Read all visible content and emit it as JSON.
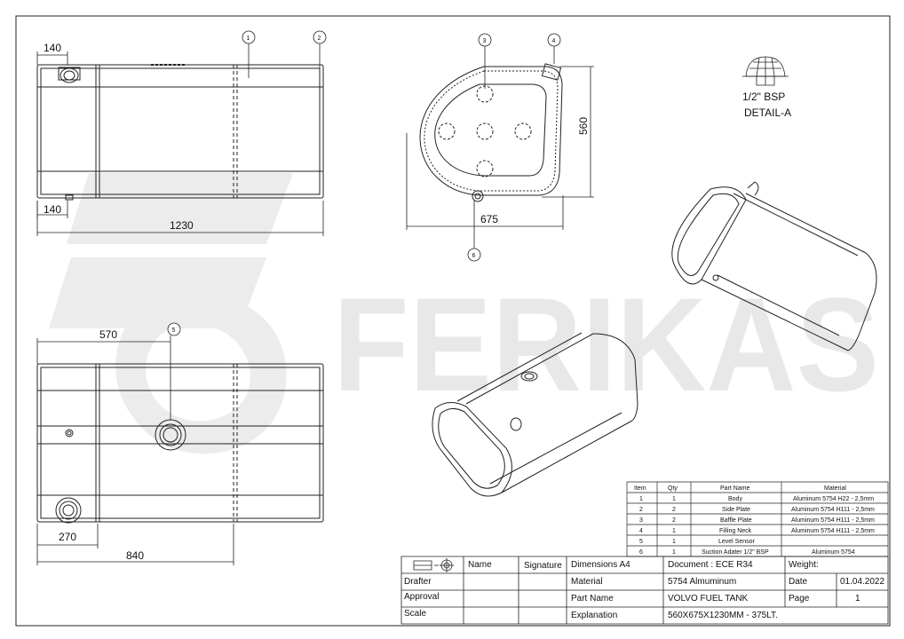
{
  "watermark": {
    "brand": "FERIKAS"
  },
  "front_view": {
    "dim_top_left": "140",
    "dim_bottom_left": "140",
    "dim_length": "1230",
    "balloons": [
      "1",
      "2"
    ]
  },
  "end_view": {
    "dim_height": "560",
    "dim_width": "675",
    "balloons": [
      "3",
      "4",
      "6"
    ]
  },
  "detail": {
    "thread": "1/2\" BSP",
    "label": "DETAIL-A"
  },
  "top_view": {
    "dim_offset": "570",
    "dim_neck": "270",
    "dim_suction": "840",
    "balloons": [
      "5"
    ]
  },
  "parts_table": {
    "headers": [
      "Item",
      "Qty",
      "Part Name",
      "Material"
    ],
    "rows": [
      [
        "1",
        "1",
        "Body",
        "Aluminum 5754 H22 - 2,5mm"
      ],
      [
        "2",
        "2",
        "Side Plate",
        "Aluminum 5754 H111 - 2,5mm"
      ],
      [
        "3",
        "2",
        "Baffle Plate",
        "Aluminum 5754 H111 - 2,5mm"
      ],
      [
        "4",
        "1",
        "Filling Neck",
        "Aluminum 5754 H111 - 2,5mm"
      ],
      [
        "5",
        "1",
        "Level Sensor",
        ""
      ],
      [
        "6",
        "1",
        "Suction Adater 1/2\" BSP",
        "Aluminum 5754"
      ]
    ]
  },
  "title_block": {
    "name_label": "Name",
    "signature_label": "Signature",
    "dimensions": "Dimensions  A4",
    "document": "Document : ECE R34",
    "weight_label": "Weight:",
    "drafter_label": "Drafter",
    "material_label": "Material",
    "material_value": "5754 Almuminum",
    "date_label": "Date",
    "date_value": "01.04.2022",
    "approval_label": "Approval",
    "part_name_label": "Part Name",
    "part_name_value": "VOLVO FUEL TANK",
    "page_label": "Page",
    "page_value": "1",
    "scale_label": "Scale",
    "explanation_label": "Explanation",
    "explanation_value": "560X675X1230MM - 375LT."
  }
}
